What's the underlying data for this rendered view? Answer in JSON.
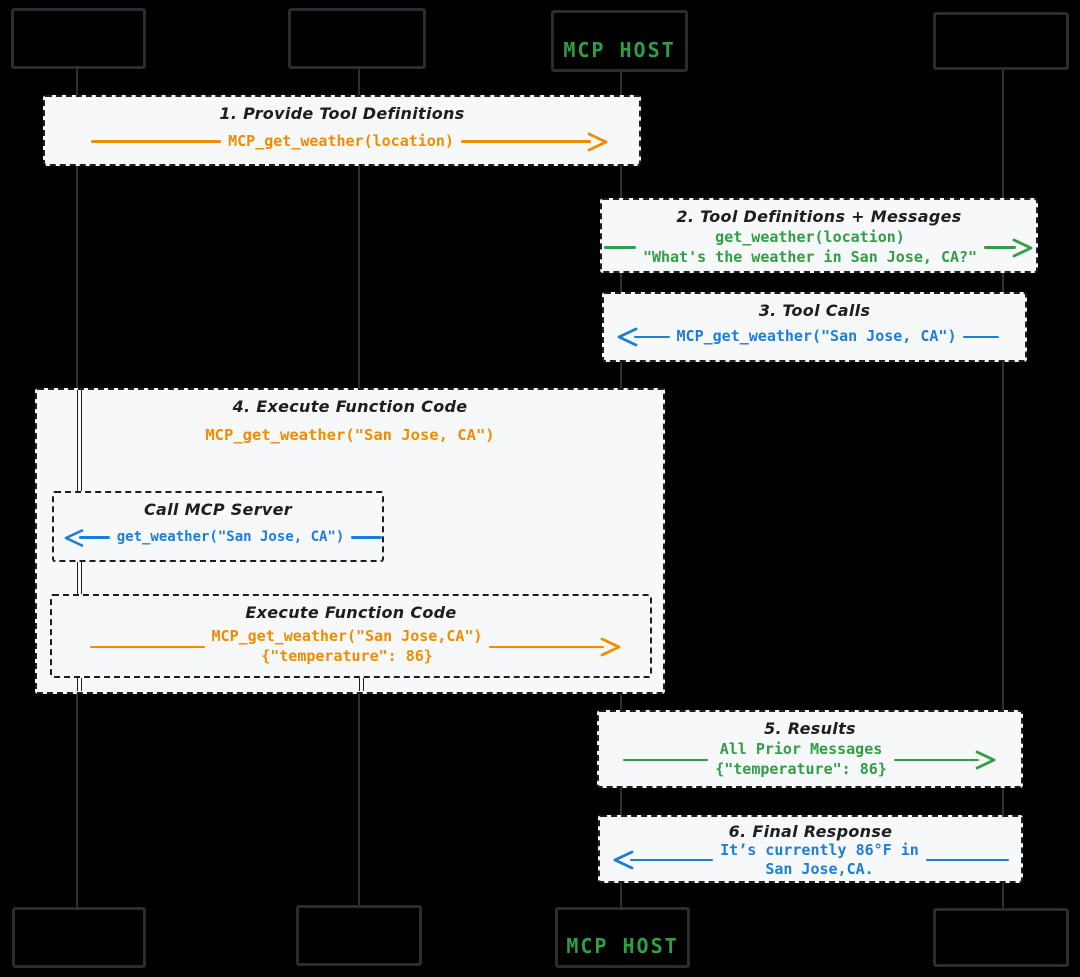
{
  "diagram_title": "MCP tool-call sequence diagram",
  "colors": {
    "background": "#000000",
    "box_fill": "#f7f8fa",
    "ink": "#1e1e1e",
    "orange": "#f08c00",
    "green": "#2f9e44",
    "blue": "#1c7ed6",
    "actor_border": "#2b2c30",
    "mcp_host_green": "#2f9e44"
  },
  "actors": {
    "top": [
      {
        "label": ""
      },
      {
        "label": ""
      },
      {
        "label": "MCP HOST"
      },
      {
        "label": ""
      }
    ],
    "bottom": [
      {
        "label": ""
      },
      {
        "label": ""
      },
      {
        "label": "MCP HOST"
      },
      {
        "label": ""
      }
    ]
  },
  "messages": {
    "m1": {
      "title": "1. Provide Tool Definitions",
      "direction": "right",
      "color": "#f08c00",
      "line1": "MCP_get_weather(location)"
    },
    "m2": {
      "title": "2. Tool Definitions + Messages",
      "direction": "right",
      "color": "#2f9e44",
      "line1": "get_weather(location)",
      "line2": "\"What's the weather in San Jose, CA?\""
    },
    "m3": {
      "title": "3. Tool Calls",
      "direction": "left",
      "color": "#1c7ed6",
      "line1": "MCP_get_weather(\"San Jose, CA\")"
    },
    "m4": {
      "title": "4. Execute Function Code",
      "direction": "none",
      "color": "#f08c00",
      "line1": "MCP_get_weather(\"San Jose, CA\")"
    },
    "m4a": {
      "title": "Call MCP Server",
      "direction": "left",
      "color": "#1c7ed6",
      "line1": "get_weather(\"San Jose, CA\")"
    },
    "m4b": {
      "title": "Execute Function Code",
      "direction": "right",
      "color": "#f08c00",
      "line1": "MCP_get_weather(\"San Jose,CA\")",
      "line2": "{\"temperature\": 86}"
    },
    "m5": {
      "title": "5. Results",
      "direction": "right",
      "color": "#2f9e44",
      "line1": "All Prior Messages",
      "line2": "{\"temperature\": 86}"
    },
    "m6": {
      "title": "6. Final Response",
      "direction": "left",
      "color": "#1c7ed6",
      "line1": "It’s currently 86°F in",
      "line2": "San Jose,CA."
    }
  }
}
